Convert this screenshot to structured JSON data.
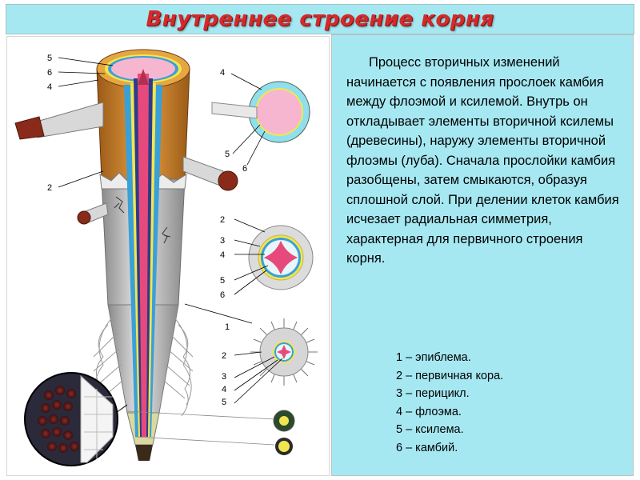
{
  "title": "Внутреннее строение корня",
  "paragraph": "Процесс вторичных изменений начинается с появления прослоек камбия между флоэмой и ксилемой. Внутрь он откладывает элементы вторичной ксилемы (древесины), наружу элементы вторичной флоэмы (луба). Сначала прослойки камбия разобщены, затем смыкаются, образуя сплошной слой. При делении клеток камбия исчезает радиальная симметрия, характерная для первичного строения корня.",
  "legend": [
    "1 – эпиблема.",
    "2 – первичная кора.",
    "3 – перицикл.",
    "4 – флоэма.",
    "5 – ксилема.",
    "6 – камбий."
  ],
  "figure_labels": {
    "main_5": "5",
    "main_6": "6",
    "main_4": "4",
    "main_2": "2",
    "s1_4": "4",
    "s1_5": "5",
    "s1_6": "6",
    "s2_2": "2",
    "s2_3": "3",
    "s2_4": "4",
    "s2_5": "5",
    "s2_6": "6",
    "s3_1": "1",
    "s3_2": "2",
    "s3_3": "3",
    "s3_4": "4",
    "s3_5": "5"
  },
  "colors": {
    "title_bg": "#a6e8f2",
    "title_text": "#d42a2a",
    "panel_bg": "#a6e8f2",
    "xylem": "#e64a7c",
    "phloem": "#3aa0d8",
    "cambium": "#f2e650",
    "cortex": "#d8902e",
    "epiblema_gray": "#c9c9c9"
  }
}
